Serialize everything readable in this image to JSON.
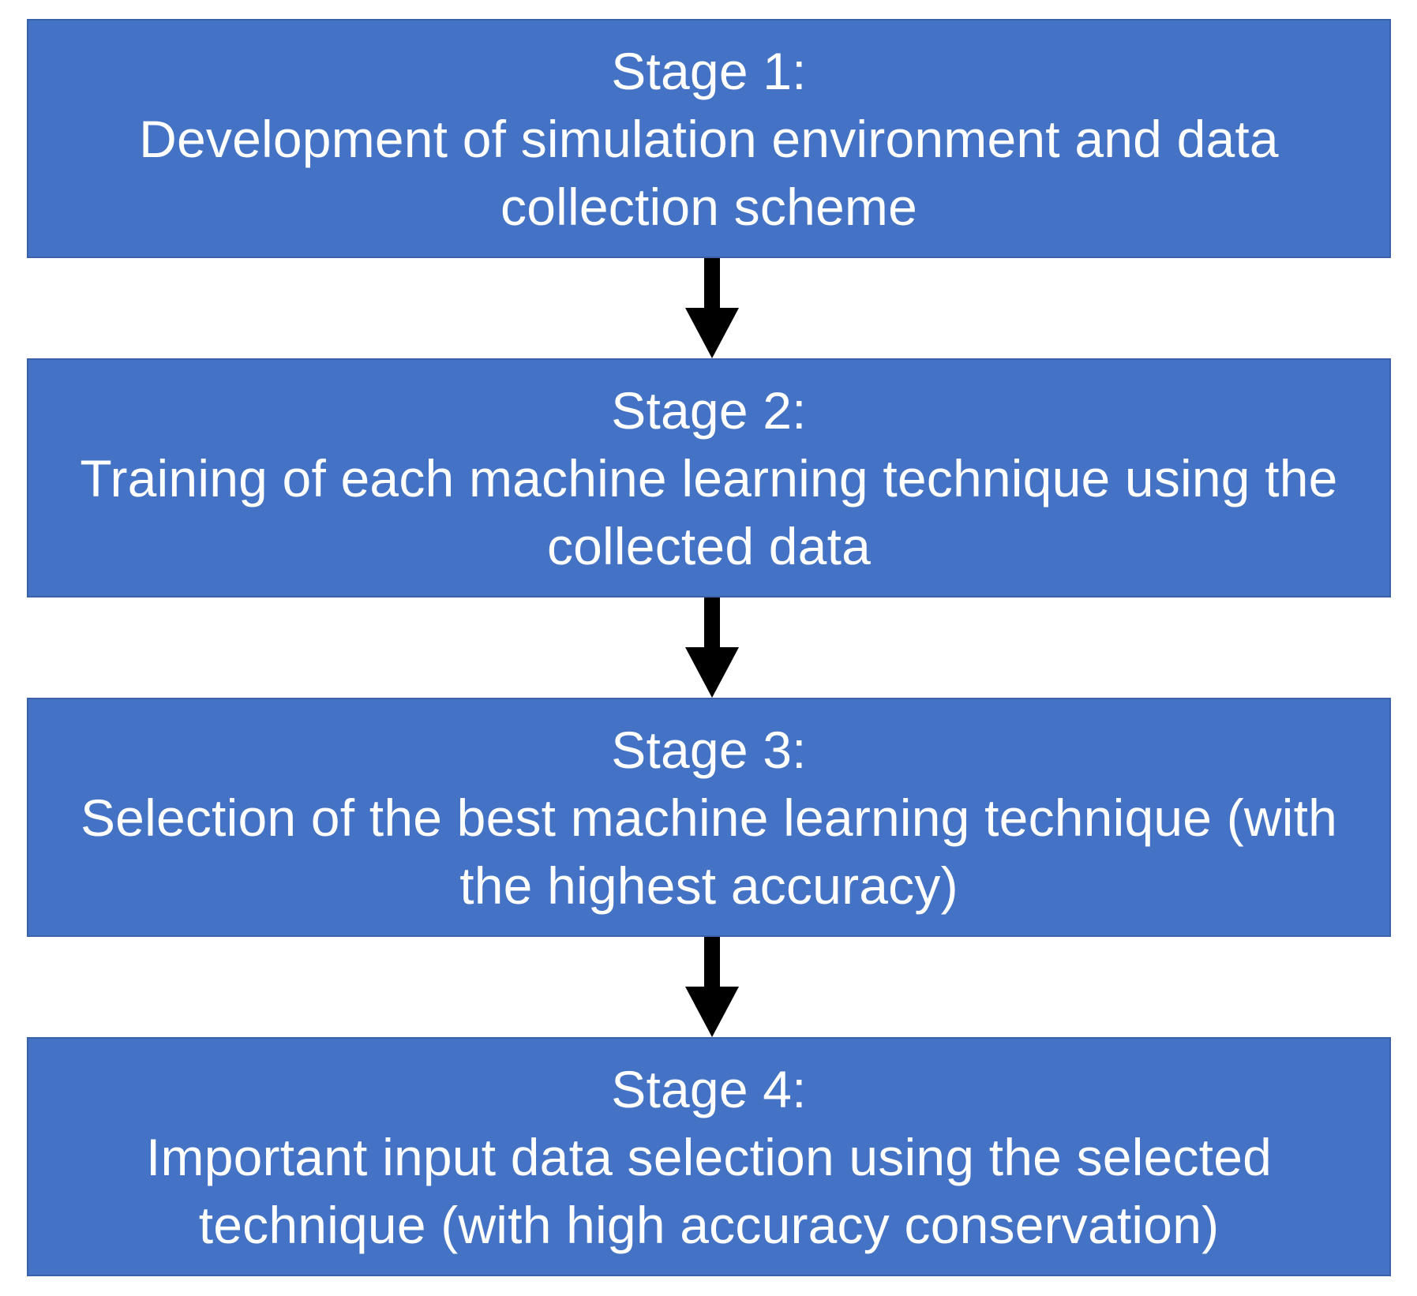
{
  "stages": [
    {
      "title": "Stage 1:",
      "text": "Development of simulation environment and data collection scheme"
    },
    {
      "title": "Stage 2:",
      "text": "Training of each machine learning technique using the collected data"
    },
    {
      "title": "Stage 3:",
      "text": "Selection of the best machine learning technique (with the highest accuracy)"
    },
    {
      "title": "Stage 4:",
      "text": "Important input data selection using the selected technique (with high accuracy conservation)"
    }
  ],
  "colors": {
    "box_fill": "#4472c4",
    "box_border": "#3a62aa",
    "text": "#ffffff",
    "arrow": "#000000"
  },
  "icons": {
    "connector": "arrow-down-icon"
  }
}
